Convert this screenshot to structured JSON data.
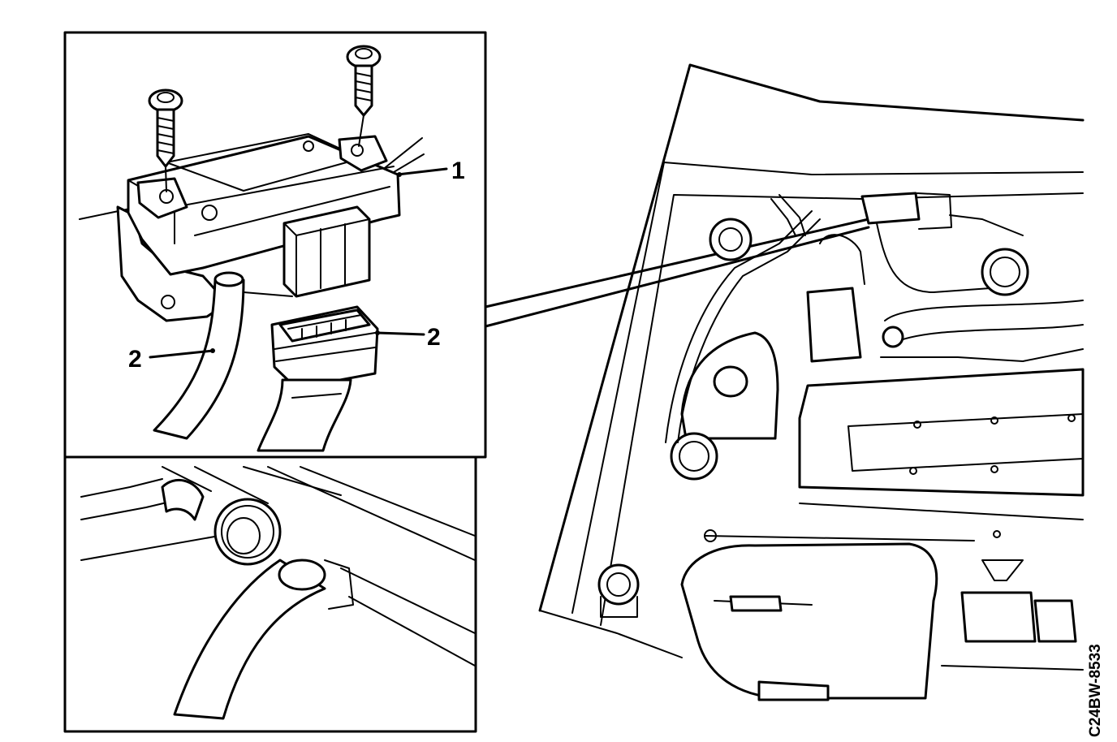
{
  "callouts": {
    "module": "1",
    "harness_hose": "2",
    "harness_connector": "2"
  },
  "figure_code": "C24BW-8533"
}
